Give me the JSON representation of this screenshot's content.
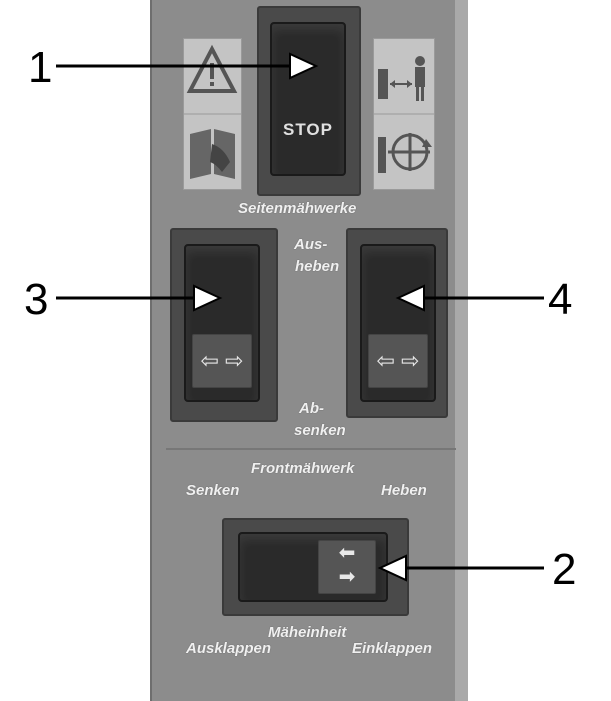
{
  "callouts": [
    "1",
    "3",
    "4",
    "2"
  ],
  "stop_switch": {
    "label": "STOP"
  },
  "labels": {
    "seitenmaehwerke": "Seitenmähwerke",
    "aus": "Aus-",
    "heben_top": "heben",
    "ab": "Ab-",
    "senken_bottom": "senken",
    "frontmaehwerk": "Frontmähwerk",
    "senken": "Senken",
    "heben": "Heben",
    "maeheinheit": "Mäheinheit",
    "ausklappen": "Ausklappen",
    "einklappen": "Einklappen"
  },
  "arrow_symbol": "⇦ ⇨",
  "icons": [
    "warning-triangle-icon",
    "manual-book-icon",
    "person-distance-icon",
    "rotation-hazard-icon"
  ],
  "colors": {
    "panel": "#8c8c8c",
    "switch": "#2a2a2a",
    "label": "#f0f0f0"
  }
}
